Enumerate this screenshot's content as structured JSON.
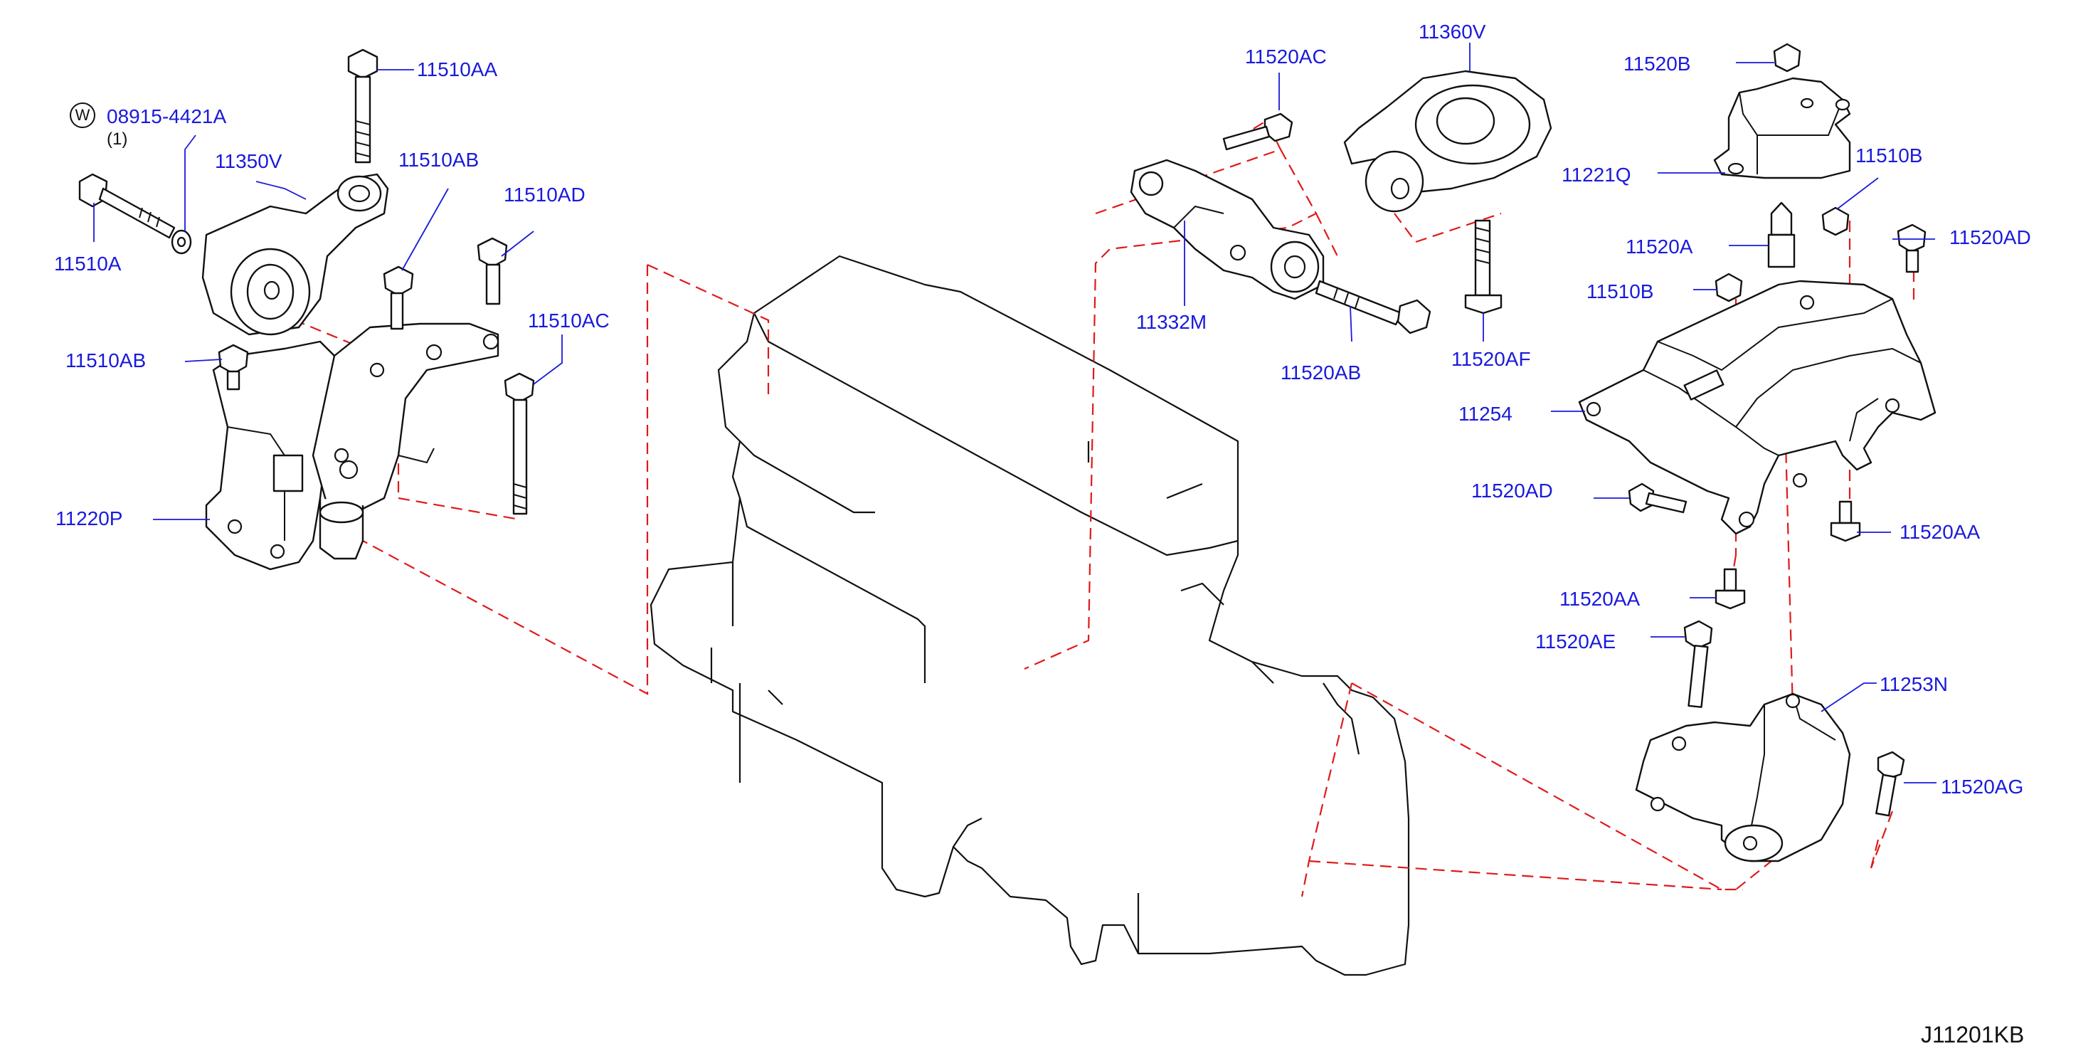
{
  "labels": {
    "p11510AA": "11510AA",
    "p08915": "08915-4421A",
    "p08915_qty": "(1)",
    "p11350V": "11350V",
    "p11510AB_top": "11510AB",
    "p11510AD_left": "11510AD",
    "p11510A": "11510A",
    "p11510AB_left": "11510AB",
    "p11510AC": "11510AC",
    "p11220P": "11220P",
    "p11520AC": "11520AC",
    "p11360V": "11360V",
    "p11332M": "11332M",
    "p11520AB": "11520AB",
    "p11520AF": "11520AF",
    "p11520B": "11520B",
    "p11221Q": "11221Q",
    "p11510B_top": "11510B",
    "p11520A": "11520A",
    "p11520AD_right": "11520AD",
    "p11510B_mid": "11510B",
    "p11254": "11254",
    "p11520AD_lower": "11520AD",
    "p11520AA_right": "11520AA",
    "p11520AA_lower": "11520AA",
    "p11520AE": "11520AE",
    "p11253N": "11253N",
    "p11520AG": "11520AG"
  },
  "washer_symbol": "W",
  "diagram_code": "J11201KB",
  "colors": {
    "label": "#1a1adc",
    "line": "#111111",
    "dashed": "#e01a1a"
  }
}
